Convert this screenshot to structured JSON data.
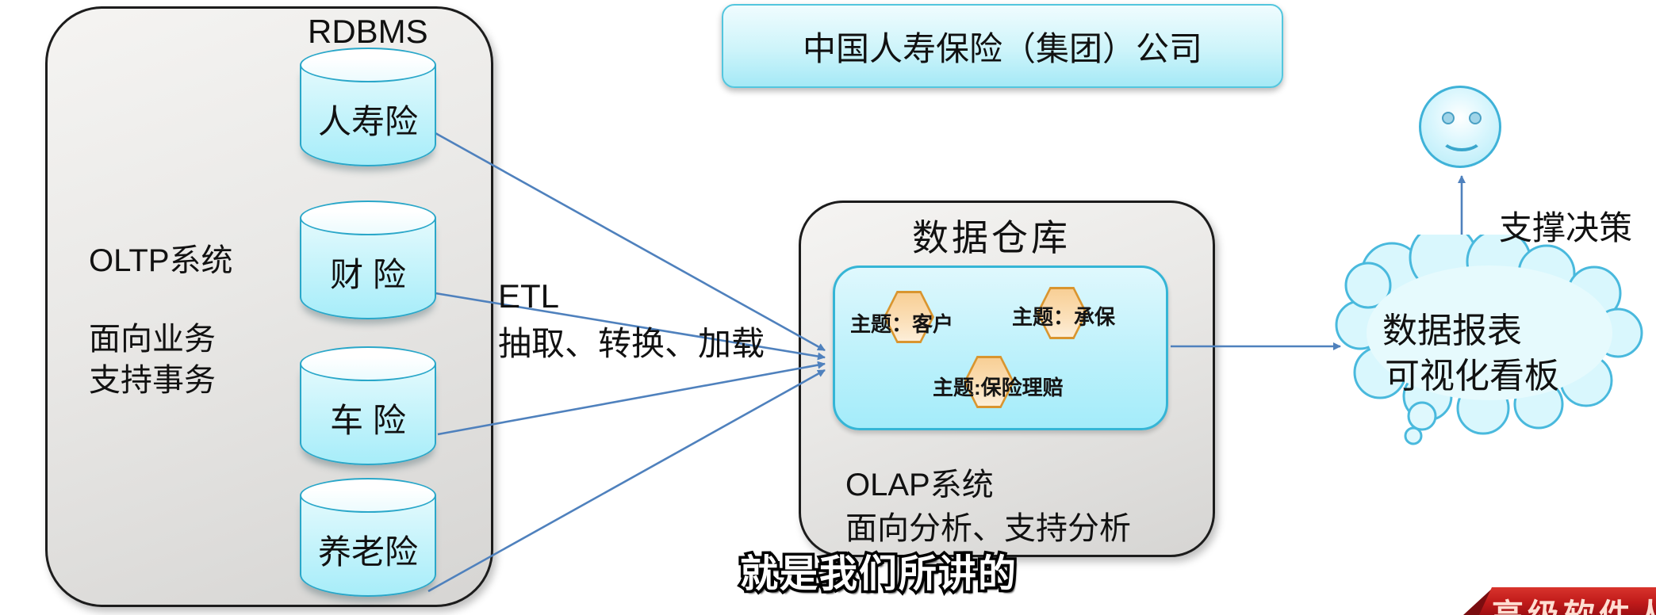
{
  "title_box": {
    "text": "中国人寿保险（集团）公司"
  },
  "oltp_box": {
    "rdbms_label": "RDBMS",
    "system_label": "OLTP系统",
    "desc1": "面向业务",
    "desc2": "支持事务",
    "databases": [
      "人寿险",
      "财 险",
      "车 险",
      "养老险"
    ]
  },
  "etl_label": {
    "line1": "ETL",
    "line2": "抽取、转换、加载"
  },
  "warehouse_box": {
    "title": "数据仓库",
    "themes": [
      "主题：客户",
      "主题：承保",
      "主题:保险理赔"
    ],
    "system_label": "OLAP系统",
    "desc": "面向分析、支持分析"
  },
  "cloud": {
    "line1": "数据报表",
    "line2": "可视化看板"
  },
  "decision_label": "支撑决策",
  "subtitle": "就是我们所讲的",
  "banner": {
    "text": "高级软件人"
  },
  "colors": {
    "arrow_blue": "#4f81bd",
    "cyan_border": "#2aa7c9",
    "cylinder_fill": "#c8f4fb",
    "inner_box_border": "#35b5d6",
    "hexagon_fill": "#f8cf95",
    "hexagon_border": "#d9952f",
    "banner_red": "#c01a1a"
  }
}
